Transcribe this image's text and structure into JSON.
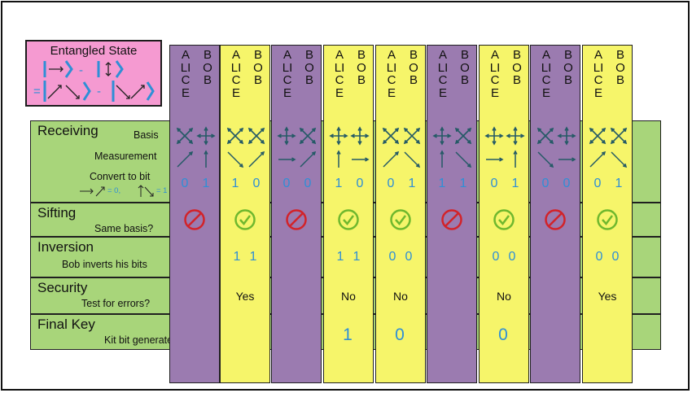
{
  "entangled_state": {
    "title": "Entangled State"
  },
  "column_labels": {
    "alice": "ALICE",
    "bob": "BOB"
  },
  "rows": {
    "receiving": {
      "title": "Receiving",
      "basis": "Basis",
      "measurement": "Measurement",
      "convert": "Convert to bit",
      "legend": "= 0,",
      "legend_one": "= 1"
    },
    "sifting": {
      "title": "Sifting",
      "sub": "Same basis?"
    },
    "inversion": {
      "title": "Inversion",
      "sub": "Bob inverts his bits"
    },
    "security": {
      "title": "Security",
      "sub": "Test for errors?"
    },
    "final": {
      "title": "Final Key",
      "sub": "Kit bit generated"
    }
  },
  "colors": {
    "purple": "#9b7bb0",
    "yellow": "#f6f56a",
    "green": "#a8d57a",
    "pink": "#f59ad1",
    "bit_blue": "#2f8fd6",
    "ok_green": "#6fb82e",
    "no_red": "#d2232a"
  },
  "columns": [
    {
      "color": "purple",
      "basis": [
        "cross",
        "plus"
      ],
      "meas": [
        "diag-up",
        "vert"
      ],
      "bits": [
        "0",
        "1"
      ],
      "sift": "no",
      "inv": [
        "",
        ""
      ],
      "security": "",
      "key": ""
    },
    {
      "color": "yellow",
      "basis": [
        "cross",
        "cross"
      ],
      "meas": [
        "diag-down",
        "diag-up"
      ],
      "bits": [
        "1",
        "0"
      ],
      "sift": "yes",
      "inv": [
        "1",
        "1"
      ],
      "security": "Yes",
      "key": ""
    },
    {
      "color": "purple",
      "basis": [
        "plus",
        "cross"
      ],
      "meas": [
        "horiz",
        "diag-up"
      ],
      "bits": [
        "0",
        "0"
      ],
      "sift": "no",
      "inv": [
        "",
        ""
      ],
      "security": "",
      "key": ""
    },
    {
      "color": "yellow",
      "basis": [
        "plus",
        "plus"
      ],
      "meas": [
        "vert",
        "horiz"
      ],
      "bits": [
        "1",
        "0"
      ],
      "sift": "yes",
      "inv": [
        "1",
        "1"
      ],
      "security": "No",
      "key": "1"
    },
    {
      "color": "yellow",
      "basis": [
        "cross",
        "cross"
      ],
      "meas": [
        "diag-up",
        "diag-down"
      ],
      "bits": [
        "0",
        "1"
      ],
      "sift": "yes",
      "inv": [
        "0",
        "0"
      ],
      "security": "No",
      "key": "0"
    },
    {
      "color": "purple",
      "basis": [
        "plus",
        "cross"
      ],
      "meas": [
        "vert",
        "diag-down"
      ],
      "bits": [
        "1",
        "1"
      ],
      "sift": "no",
      "inv": [
        "",
        ""
      ],
      "security": "",
      "key": ""
    },
    {
      "color": "yellow",
      "basis": [
        "plus",
        "plus"
      ],
      "meas": [
        "horiz",
        "vert"
      ],
      "bits": [
        "0",
        "1"
      ],
      "sift": "yes",
      "inv": [
        "0",
        "0"
      ],
      "security": "No",
      "key": "0"
    },
    {
      "color": "purple",
      "basis": [
        "cross",
        "plus"
      ],
      "meas": [
        "diag-down",
        "horiz"
      ],
      "bits": [
        "0",
        "0"
      ],
      "sift": "no",
      "inv": [
        "",
        ""
      ],
      "security": "",
      "key": ""
    },
    {
      "color": "yellow",
      "basis": [
        "cross",
        "cross"
      ],
      "meas": [
        "diag-up",
        "diag-down"
      ],
      "bits": [
        "0",
        "1"
      ],
      "sift": "yes",
      "inv": [
        "0",
        "0"
      ],
      "security": "Yes",
      "key": ""
    }
  ]
}
